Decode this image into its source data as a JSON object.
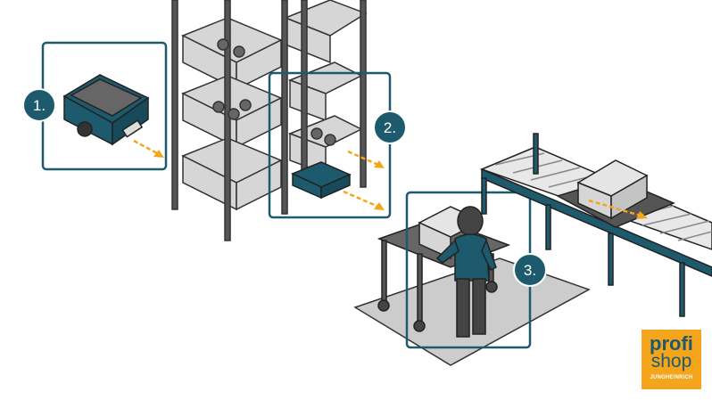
{
  "steps": [
    {
      "label": "1."
    },
    {
      "label": "2."
    },
    {
      "label": "3."
    }
  ],
  "logo": {
    "line1": "profi",
    "line2": "shop",
    "brand": "JUNGHEINRICH"
  },
  "colors": {
    "teal": "#1e5a6e",
    "orange": "#f4a51c",
    "steel": "#5a5a5a",
    "box": "#d6d6d6"
  }
}
